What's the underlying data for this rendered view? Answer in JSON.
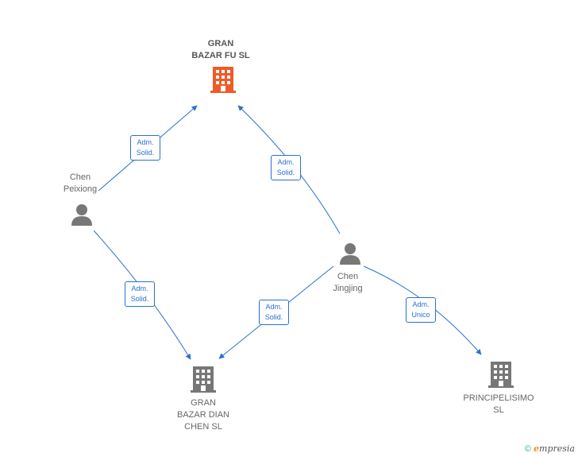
{
  "nodes": {
    "gran_bazar_fu": {
      "name": "GRAN\nBAZAR FU SL",
      "type": "company",
      "highlight": true
    },
    "chen_peixiong": {
      "name": "Chen\nPeixiong",
      "type": "person"
    },
    "chen_jingjing": {
      "name": "Chen\nJingjing",
      "type": "person"
    },
    "gran_bazar_dian": {
      "name": "GRAN\nBAZAR DIAN\nCHEN SL",
      "type": "company"
    },
    "principelisimo": {
      "name": "PRINCIPELISIMO\nSL",
      "type": "company"
    }
  },
  "edges": [
    {
      "from": "chen_peixiong",
      "to": "gran_bazar_fu",
      "label": "Adm.\nSolid."
    },
    {
      "from": "chen_jingjing",
      "to": "gran_bazar_fu",
      "label": "Adm.\nSolid."
    },
    {
      "from": "chen_peixiong",
      "to": "gran_bazar_dian",
      "label": "Adm.\nSolid."
    },
    {
      "from": "chen_jingjing",
      "to": "gran_bazar_dian",
      "label": "Adm.\nSolid."
    },
    {
      "from": "chen_jingjing",
      "to": "principelisimo",
      "label": "Adm.\nUnico"
    }
  ],
  "colors": {
    "edge": "#2a6fd6",
    "company": "#777777",
    "company_highlight": "#f05a28",
    "person": "#777777"
  },
  "footer": {
    "copyright": "©",
    "brand_initial": "e",
    "brand_rest": "mpresia"
  }
}
